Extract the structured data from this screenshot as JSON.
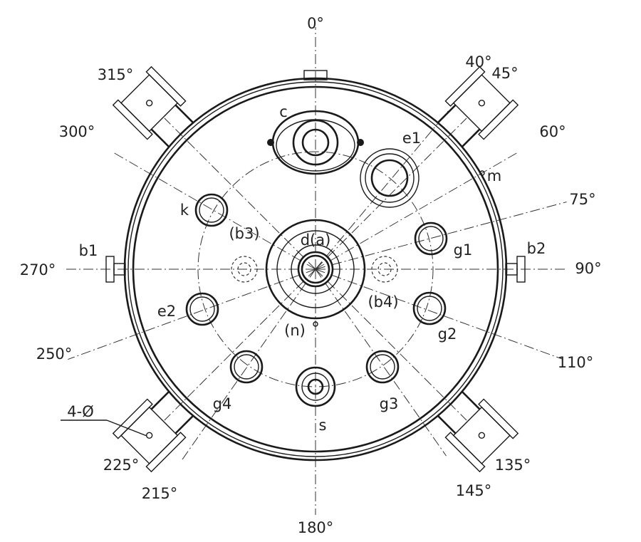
{
  "angles": {
    "a0": "0°",
    "a40": "40°",
    "a45": "45°",
    "a60": "60°",
    "a75": "75°",
    "a90": "90°",
    "a110": "110°",
    "a135": "135°",
    "a145": "145°",
    "a180": "180°",
    "a215": "215°",
    "a225": "225°",
    "a250": "250°",
    "a270": "270°",
    "a300": "300°",
    "a315": "315°"
  },
  "nozzles": {
    "c": "c",
    "e1": "e1",
    "m": "m",
    "k": "k",
    "b3": "(b3)",
    "da": "d(a)",
    "g1": "g1",
    "b2": "b2",
    "b1": "b1",
    "b4": "(b4)",
    "e2": "e2",
    "n": "(n)",
    "g2": "g2",
    "g4": "g4",
    "g3": "g3",
    "s": "s"
  },
  "callout": "4-Ø"
}
